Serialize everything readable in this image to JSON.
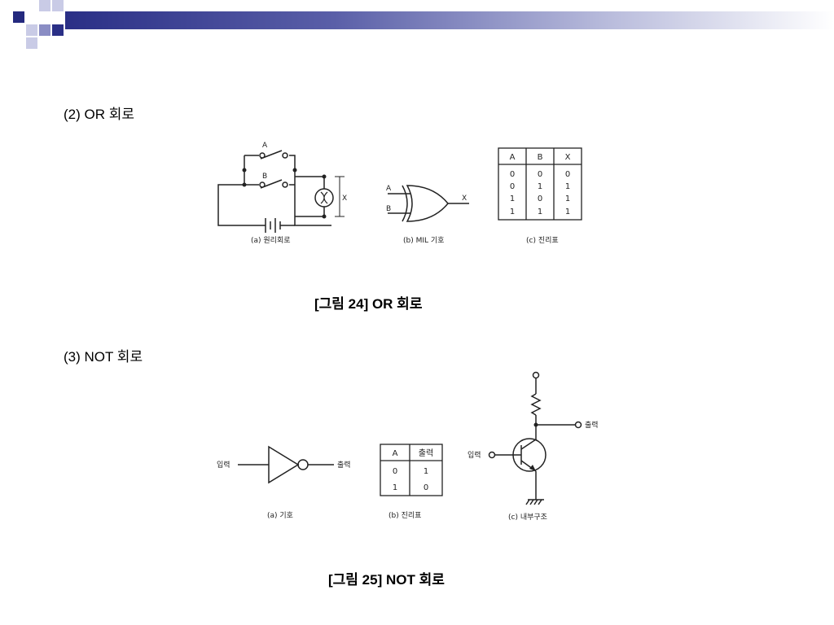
{
  "header": {
    "accent_dark": "#24297e",
    "accent_mid": "#8a8dc4",
    "accent_light": "#c9cbe6"
  },
  "section_or": {
    "heading": "(2) OR 회로",
    "switch_a": "A",
    "switch_b": "B",
    "output_x": "X",
    "caption_a": "(a) 원리회로",
    "gate_in_a": "A",
    "gate_in_b": "B",
    "gate_out_x": "X",
    "caption_b": "(b) MIL 기호",
    "caption_c": "(c) 진리표",
    "truth_table": {
      "headers": [
        "A",
        "B",
        "X"
      ],
      "rows": [
        [
          "0",
          "0",
          "0"
        ],
        [
          "0",
          "1",
          "1"
        ],
        [
          "1",
          "0",
          "1"
        ],
        [
          "1",
          "1",
          "1"
        ]
      ]
    },
    "figure_caption": "[그림 24] OR 회로"
  },
  "section_not": {
    "heading": "(3) NOT 회로",
    "sym_input": "입력",
    "sym_output": "출력",
    "caption_a": "(a) 기호",
    "truth_table": {
      "headers": [
        "A",
        "출력"
      ],
      "rows": [
        [
          "0",
          "1"
        ],
        [
          "1",
          "0"
        ]
      ]
    },
    "caption_b": "(b) 진리표",
    "tr_input": "입력",
    "tr_output": "출력",
    "caption_c": "(c) 내부구조",
    "figure_caption": "[그림 25] NOT 회로"
  }
}
